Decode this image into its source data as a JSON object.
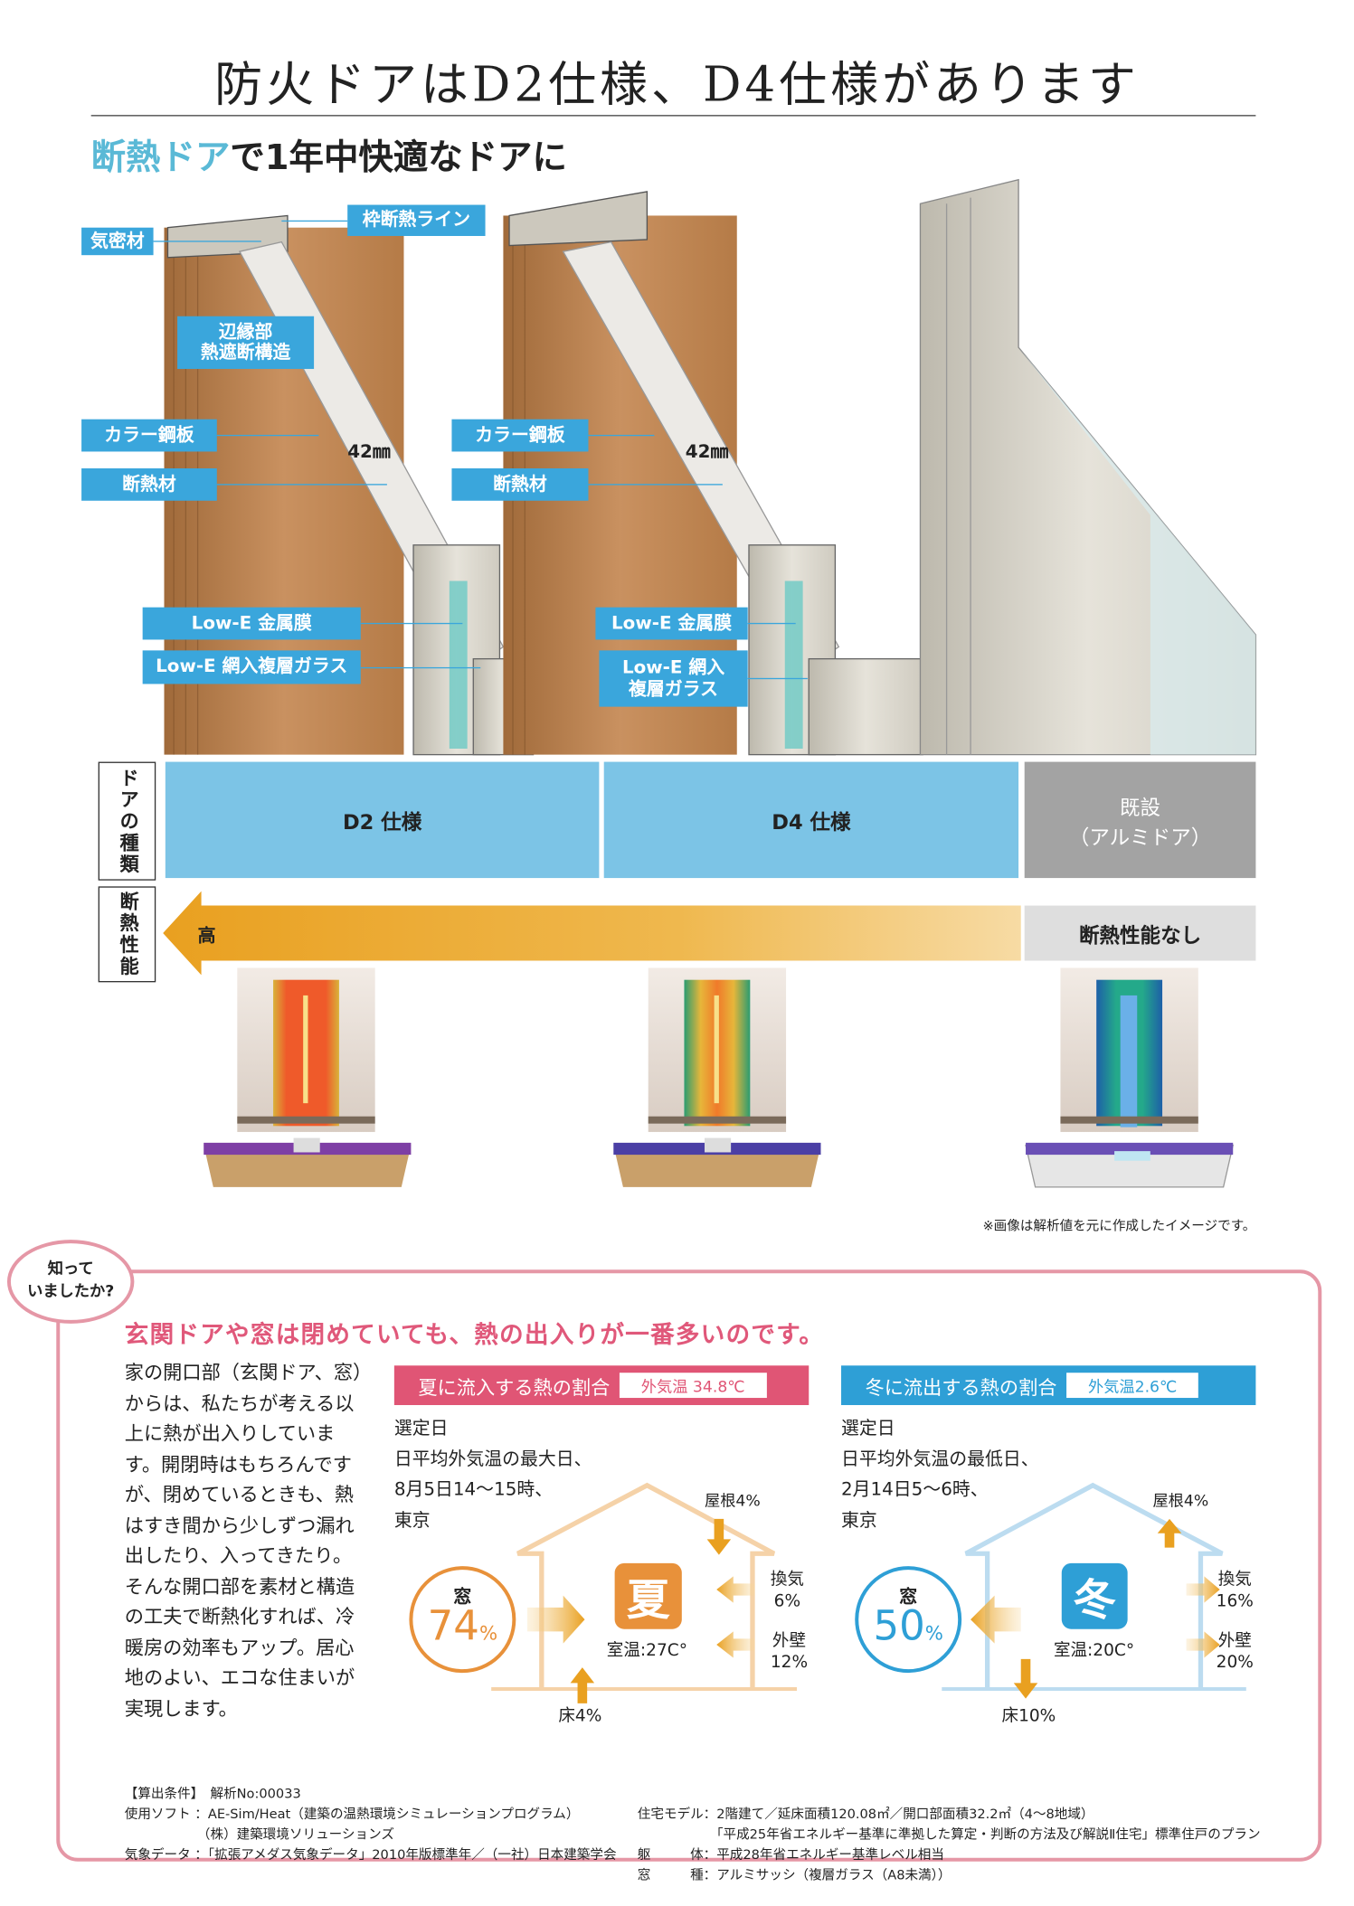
{
  "title": "防火ドアはD2仕様、D4仕様があります",
  "subtitle": {
    "highlight": "断熱ドア",
    "rest": "で1年中快適なドアに"
  },
  "labels": {
    "kimitsu": "気密材",
    "waku": "枠断熱ライン",
    "hen": "辺縁部\n熱遮断構造",
    "color_steel": "カラー鋼板",
    "insulation": "断熱材",
    "thickness": "42㎜",
    "lowe_film": "Low-E 金属膜",
    "lowe_glass_1": "Low-E 網入複層ガラス",
    "lowe_glass_2": "Low-E 網入\n複層ガラス"
  },
  "row_labels": {
    "door_type": "ドアの種類",
    "performance": "断熱性能"
  },
  "door_types": [
    "D2 仕様",
    "D4 仕様",
    "既設\n（アルミドア）"
  ],
  "performance": {
    "high": "高",
    "none": "断熱性能なし"
  },
  "image_note": "※画像は解析値を元に作成したイメージです。",
  "info": {
    "bubble": "知って\nいましたか?",
    "headline": "玄関ドアや窓は閉めていても、熱の出入りが一番多いのです。",
    "body": "家の開口部（玄関ドア、窓）からは、私たちが考える以上に熱が出入りしています。開閉時はもちろんですが、閉めているときも、熱はすき間から少しずつ漏れ出したり、入ってきたり。そんな開口部を素材と構造の工夫で断熱化すれば、冷暖房の効率もアップ。居心地のよい、エコな住まいが実現します。",
    "summer": {
      "title": "夏に流入する熱の割合",
      "temp": "外気温 34.8℃",
      "conditions": [
        "選定日",
        "日平均外気温の最大日、",
        "8月5日14～15時、",
        "東京"
      ],
      "season": "夏",
      "window_label": "窓",
      "window_pct": "74",
      "pct": "%",
      "room": "室温:27C°",
      "roof": "屋根4%",
      "vent": [
        "換気",
        "6%"
      ],
      "wall": [
        "外壁",
        "12%"
      ],
      "floor": "床4%",
      "color": "#e05575"
    },
    "winter": {
      "title": "冬に流出する熱の割合",
      "temp": "外気温2.6℃",
      "conditions": [
        "選定日",
        "日平均外気温の最低日、",
        "2月14日5～6時、",
        "東京"
      ],
      "season": "冬",
      "window_label": "窓",
      "window_pct": "50",
      "pct": "%",
      "room": "室温:20C°",
      "roof": "屋根4%",
      "vent": [
        "換気",
        "16%"
      ],
      "wall": [
        "外壁",
        "20%"
      ],
      "floor": "床10%",
      "color": "#2e9fd6"
    },
    "footer_left": [
      "【算出条件】　解析No:00033",
      "使用ソフト ：AE-Sim/Heat（建築の温熱環境シミュレーションプログラム）",
      "　　　　　　（株）建築環境ソリューションズ",
      "気象データ ：「拡張アメダス気象データ」2010年版標準年／（一社）日本建築学会"
    ],
    "footer_right": [
      "住宅モデル：2階建て／延床面積120.08㎡／開口部面積32.2㎡（4～8地域）",
      "　　　　　　「平成25年省エネルギー基準に準拠した算定・判断の方法及び解説Ⅱ住宅」標準住戸のプラン",
      "躯　　　体：平成28年省エネルギー基準レベル相当",
      "窓　　　種：アルミサッシ（複層ガラス（A8未満））"
    ]
  }
}
